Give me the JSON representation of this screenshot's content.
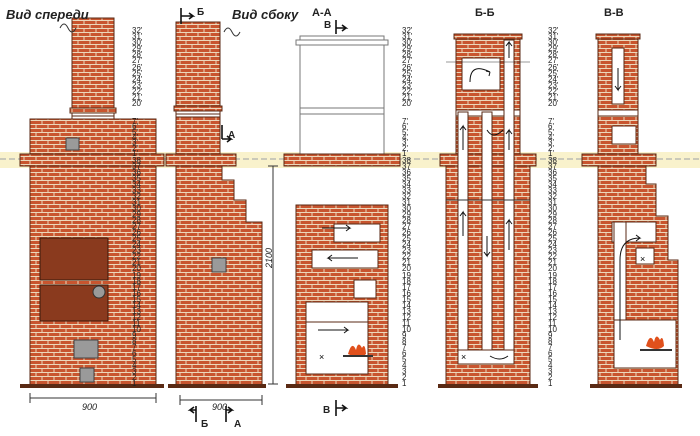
{
  "labels": {
    "front_view": "Вид спереди",
    "side_view": "Вид сбоку",
    "section_aa": "А-А",
    "section_bb": "Б-Б",
    "section_vv": "В-В",
    "mark_b": "Б",
    "mark_a": "А",
    "mark_v": "В"
  },
  "dimensions": {
    "width_front": "900",
    "width_side": "900",
    "height": "2100"
  },
  "row_numbers": {
    "lower": [
      "1",
      "2",
      "3",
      "4",
      "5",
      "6",
      "7",
      "8",
      "9",
      "10",
      "11",
      "12",
      "13",
      "14",
      "15",
      "16",
      "17",
      "18",
      "19",
      "20",
      "21",
      "22",
      "23",
      "24",
      "25",
      "26",
      "27",
      "28",
      "29",
      "30",
      "31",
      "32",
      "33",
      "34",
      "35",
      "36",
      "37",
      "38"
    ],
    "middle": [
      "1'",
      "2'",
      "3'",
      "4'",
      "5'",
      "6'",
      "7'"
    ],
    "upper": [
      "20'",
      "21'",
      "22'",
      "23'",
      "24'",
      "25'",
      "26'",
      "27'",
      "28'",
      "29'",
      "30'",
      "31'",
      "32'"
    ]
  },
  "colors": {
    "brick": "#c8552f",
    "mortar": "#ead8bd",
    "outline": "#5a2a14",
    "door": "#8a3a1e",
    "channel": "#ffffff",
    "grey": "#9a9a9a",
    "fire": "#e0501c",
    "slab_band": "#f4e7a3"
  }
}
